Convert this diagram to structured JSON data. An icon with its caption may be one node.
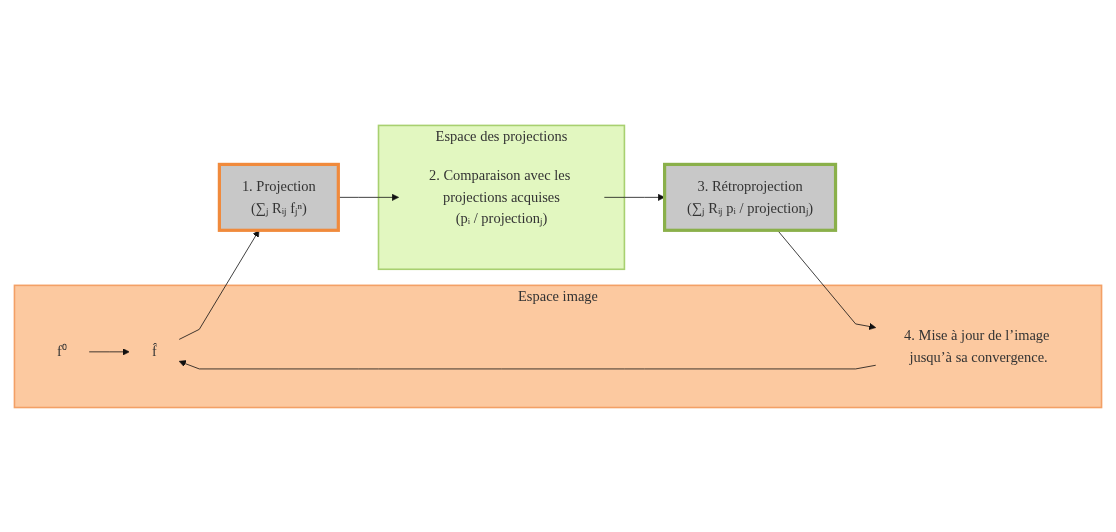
{
  "diagram": {
    "nodes": [
      {
        "text": [
          "Espace image"
        ]
      },
      {
        "text": [
          "Espace des projections"
        ]
      },
      {
        "text": [
          "f⁰"
        ],
        "in": 0
      },
      {
        "text": [
          "f̂"
        ],
        "in": 0
      },
      {
        "text": [
          "4. Mise à jour de l’image jusqu’à sa convergence."
        ],
        "in": 0
      },
      {
        "text": [
          "1. Projection",
          "(∑ⱼ Rᵢⱼ fⱼⁿ)"
        ]
      },
      {
        "text": [
          "2. Comparaison avec les projections acquises",
          "(pᵢ / projectionⱼ)"
        ],
        "in": 1
      },
      {
        "text": [
          "3. Rétroprojection",
          "(∑ⱼ Rᵢⱼ pᵢ / projectionⱼ)"
        ]
      }
    ],
    "edges": [
      {
        "from": 2,
        "to": 3,
        "arrow": "to"
      },
      {
        "from": 3,
        "to": 5,
        "arrow": "to"
      },
      {
        "from": 5,
        "to": 6,
        "arrow": "to"
      },
      {
        "from": 6,
        "to": 7,
        "arrow": "to"
      },
      {
        "from": 7,
        "to": 4,
        "arrow": "to"
      },
      {
        "from": 4,
        "to": 3,
        "arrow": "to"
      }
    ]
  }
}
